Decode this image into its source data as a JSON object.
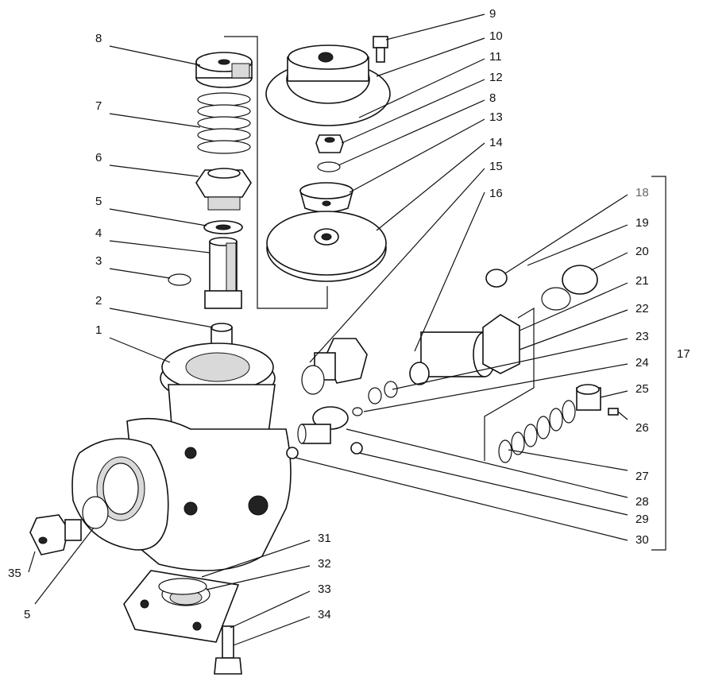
{
  "callouts": {
    "c1": "1",
    "c2": "2",
    "c3": "3",
    "c4": "4",
    "c5": "5",
    "c5b": "5",
    "c6": "6",
    "c7": "7",
    "c8": "8",
    "c8b": "8",
    "c9": "9",
    "c10": "10",
    "c11": "11",
    "c12": "12",
    "c13": "13",
    "c14": "14",
    "c15": "15",
    "c16": "16",
    "c17": "17",
    "c18": "18",
    "c19": "19",
    "c20": "20",
    "c21": "21",
    "c22": "22",
    "c23": "23",
    "c24": "24",
    "c25": "25",
    "c26": "26",
    "c27": "27",
    "c28": "28",
    "c29": "29",
    "c30": "30",
    "c31": "31",
    "c32": "32",
    "c33": "33",
    "c34": "34",
    "c35": "35"
  }
}
